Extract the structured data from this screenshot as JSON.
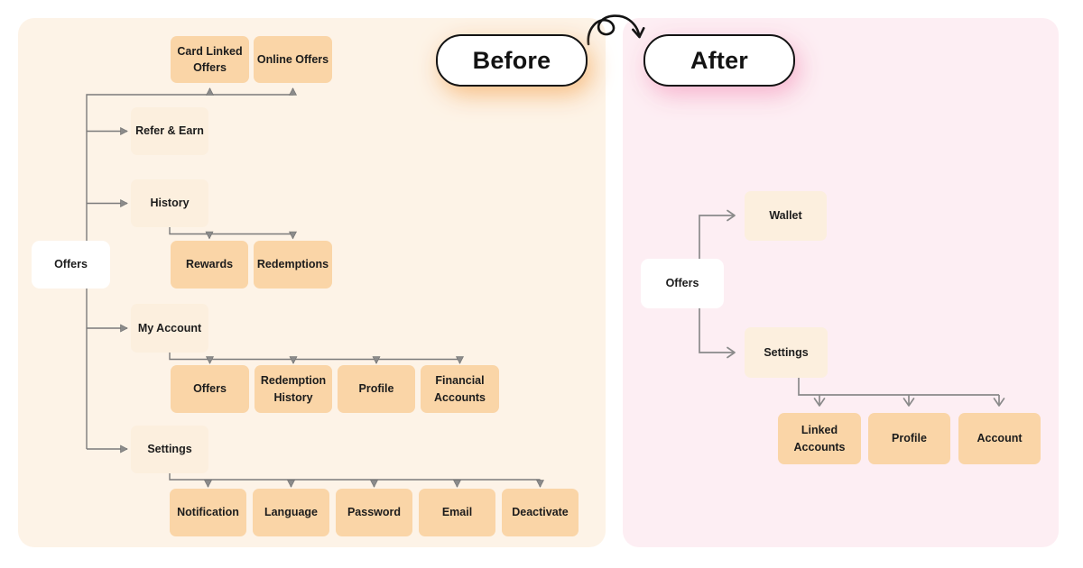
{
  "header": {
    "before_label": "Before",
    "after_label": "After",
    "transform_arrow": "curly-arrow-right"
  },
  "before": {
    "root": "Offers",
    "top_children": [
      "Card Linked Offers",
      "Online Offers"
    ],
    "branches": [
      {
        "label": "Refer & Earn",
        "children": []
      },
      {
        "label": "History",
        "children": [
          "Rewards",
          "Redemptions"
        ]
      },
      {
        "label": "My Account",
        "children": [
          "Offers",
          "Redemption History",
          "Profile",
          "Financial Accounts"
        ]
      },
      {
        "label": "Settings",
        "children": [
          "Notification",
          "Language",
          "Password",
          "Email",
          "Deactivate"
        ]
      }
    ]
  },
  "after": {
    "root": "Offers",
    "branches": [
      {
        "label": "Wallet",
        "children": []
      },
      {
        "label": "Settings",
        "children": [
          "Linked Accounts",
          "Profile",
          "Account"
        ]
      }
    ]
  },
  "colors": {
    "page_background": "#ffffff",
    "before_panel_background": "#fdf3e7",
    "after_panel_background": "#fdeef3",
    "node_light_fill": "#fcefde",
    "node_dark_fill": "#fad5a7",
    "root_node_fill": "#ffffff",
    "connector_line": "#7b7b7b",
    "text": "#1c1c1c",
    "pill_border": "#131313"
  }
}
